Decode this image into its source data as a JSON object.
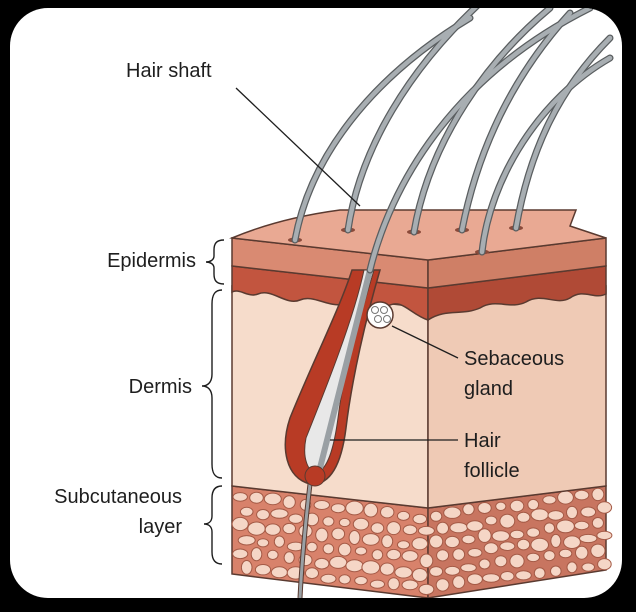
{
  "labels": {
    "hair_shaft": "Hair shaft",
    "epidermis": "Epidermis",
    "dermis": "Dermis",
    "subcutaneous_line1": "Subcutaneous",
    "subcutaneous_line2": "layer",
    "sebaceous_line1": "Sebaceous",
    "sebaceous_line2": "gland",
    "hair_follicle_line1": "Hair",
    "hair_follicle_line2": "follicle"
  },
  "colors": {
    "background": "#000000",
    "panel": "#ffffff",
    "epidermis_top": "#e9a993",
    "epidermis_side": "#d98a72",
    "basal_layer": "#c2553f",
    "dermis": "#f6dccb",
    "dermis_side": "#efcab5",
    "fat": "#d8826b",
    "fat_cell": "#f5d6c6",
    "follicle": "#b83b25",
    "hair": "#9aa0a4",
    "outline": "#5a3a30",
    "leader_line": "#1e1e1e"
  }
}
